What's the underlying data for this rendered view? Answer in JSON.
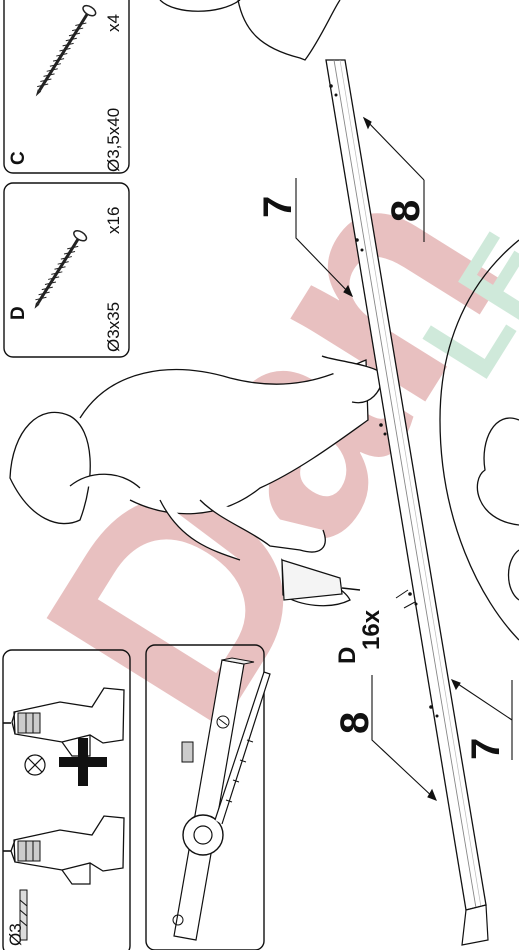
{
  "watermark": {
    "text": "Dan",
    "text2": "LE",
    "colors": [
      "#d68e8e",
      "#a9d8bd"
    ]
  },
  "screw_c": {
    "letter": "C",
    "spec": "Ø3,5x40",
    "qty": "x4"
  },
  "screw_d": {
    "letter": "D",
    "spec": "Ø3x35",
    "qty": "x16"
  },
  "tools": {
    "bit_size": "Ø3"
  },
  "callouts": {
    "part_7_top": "7",
    "part_8_top": "8",
    "part_8_bottom": "8",
    "part_7_bottom": "7",
    "screw_letter": "D",
    "screw_count": "16x"
  }
}
